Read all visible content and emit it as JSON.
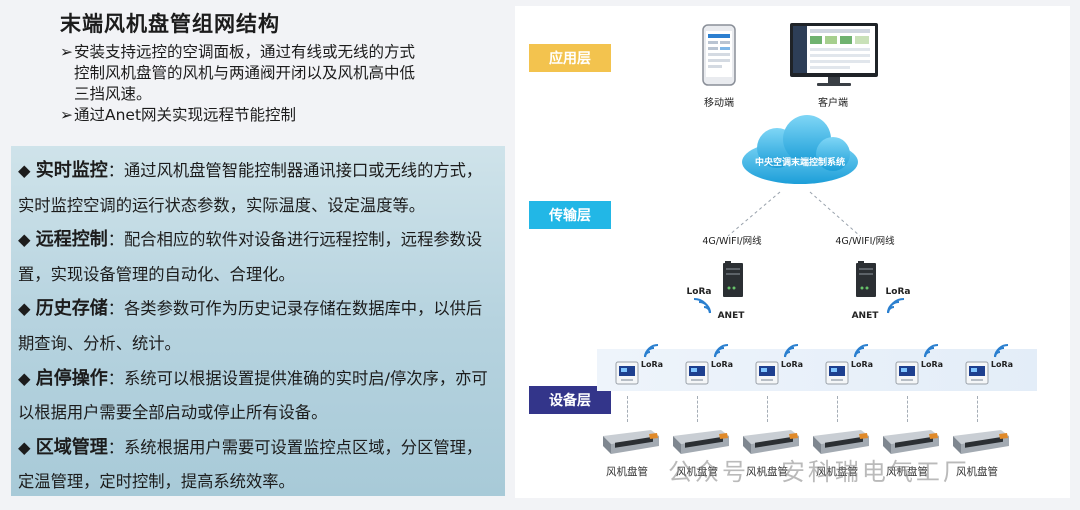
{
  "title": "末端风机盘管组网结构",
  "intro": [
    "安装支持远控的空调面板，通过有线或无线的方式控制风机盘管的风机与两通阀开闭以及风机高中低三挡风速。",
    "通过Anet网关实现远程节能控制"
  ],
  "intro_bullet": "➢",
  "features": [
    {
      "name": "实时监控",
      "text": "：通过风机盘管智能控制器通讯接口或无线的方式，实时监控空调的运行状态参数，实际温度、设定温度等。"
    },
    {
      "name": "远程控制",
      "text": "：配合相应的软件对设备进行远程控制，远程参数设置，实现设备管理的自动化、合理化。"
    },
    {
      "name": "历史存储",
      "text": "：各类参数可作为历史记录存储在数据库中，以供后期查询、分析、统计。"
    },
    {
      "name": "启停操作",
      "text": "：系统可以根据设置提供准确的实时启/停次序，亦可以根据用户需要全部启动或停止所有设备。"
    },
    {
      "name": "区域管理",
      "text": "：系统根据用户需要可设置监控点区域，分区管理，定温管理，定时控制，提高系统效率。"
    }
  ],
  "feature_bullet": "◆",
  "diagram": {
    "layers": {
      "app": "应用层",
      "trans": "传输层",
      "dev": "设备层"
    },
    "mobile_label": "移动端",
    "client_label": "客户端",
    "cloud_label": "中央空调末端控制系统",
    "link_label": "4G/WIFI/网线",
    "gateway_label": "ANET",
    "lora_label": "LoRa",
    "fan_label": "风机盘管",
    "device_count": 6
  },
  "watermark": "公众号 · 安科瑞电气工厂",
  "colors": {
    "app_layer": "#f3c34e",
    "trans_layer": "#22b7e6",
    "dev_layer": "#33358a",
    "feature_bg": "#b6d3df",
    "cloud": "#2fb3e4"
  }
}
